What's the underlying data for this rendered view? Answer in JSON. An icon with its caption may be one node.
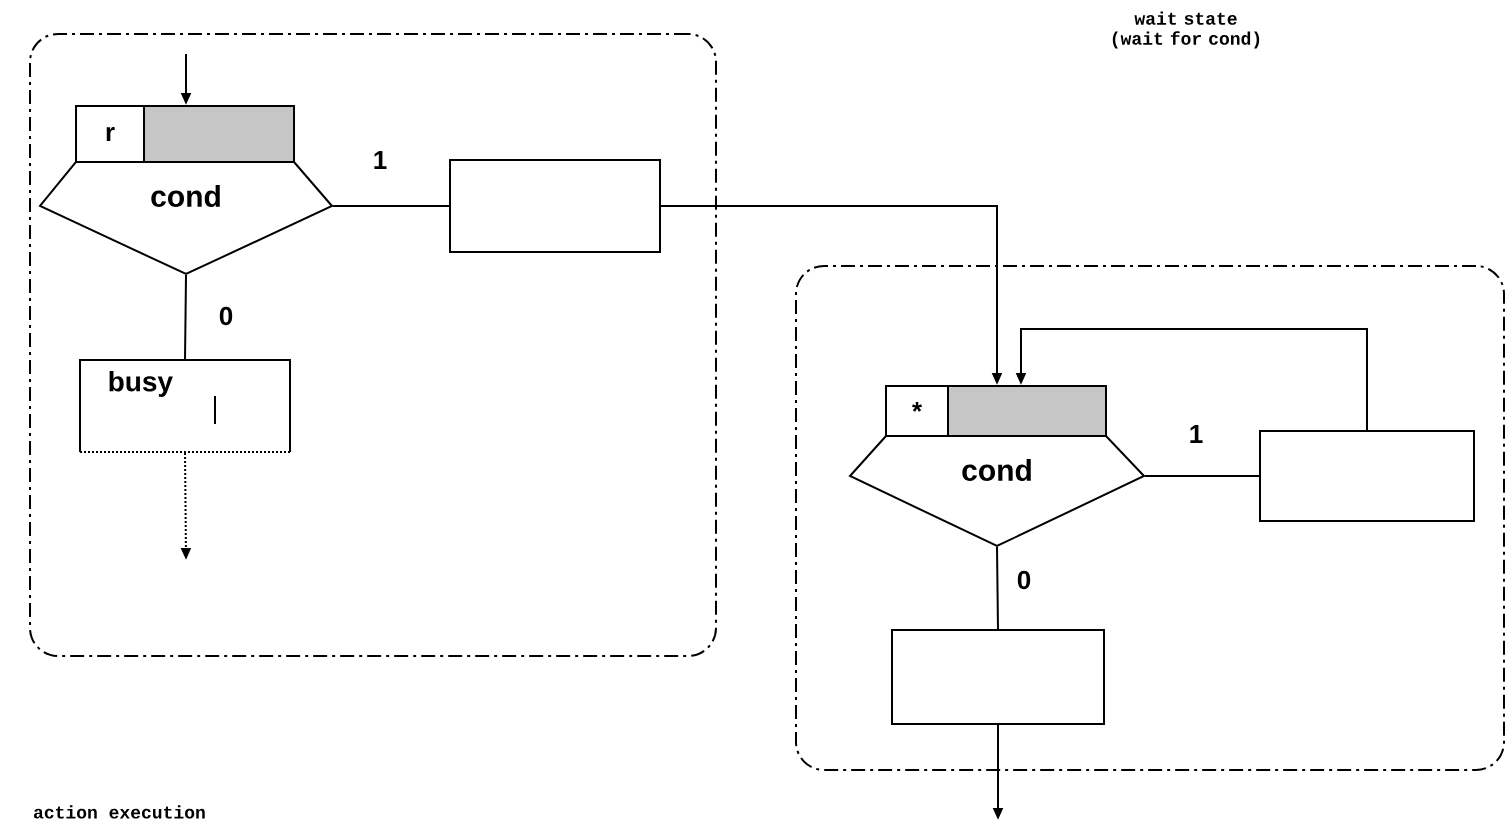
{
  "diagram": {
    "nodes": [
      {
        "text": [],
        "shape": "box"
      },
      {
        "text": [
          "r",
          "cond"
        ],
        "in": 0
      },
      {
        "text": [],
        "shape": "box",
        "in": 0
      },
      {
        "text": [
          "busy"
        ],
        "in": 0
      },
      {
        "text": [],
        "shape": "box"
      },
      {
        "text": [
          "*",
          "cond"
        ],
        "in": 4
      },
      {
        "text": [],
        "shape": "box",
        "in": 4
      },
      {
        "text": [],
        "shape": "box",
        "in": 4
      }
    ],
    "edges": [
      {
        "from": null,
        "to": 1,
        "arrow": "to"
      },
      {
        "from": 1,
        "to": 2,
        "arrow": "none",
        "label": "1"
      },
      {
        "from": 1,
        "to": 3,
        "arrow": "none",
        "label": "0"
      },
      {
        "from": 3,
        "to": null,
        "arrow": "to",
        "style": "dashed"
      },
      {
        "from": 2,
        "to": 5,
        "arrow": "to"
      },
      {
        "from": 5,
        "to": 6,
        "arrow": "none",
        "label": "1"
      },
      {
        "from": 6,
        "to": 5,
        "arrow": "to"
      },
      {
        "from": 5,
        "to": 7,
        "arrow": "none",
        "label": "0"
      },
      {
        "from": 7,
        "to": null,
        "arrow": "to"
      }
    ],
    "labels": [
      "wait state (wait for cond)",
      "action execution"
    ]
  }
}
